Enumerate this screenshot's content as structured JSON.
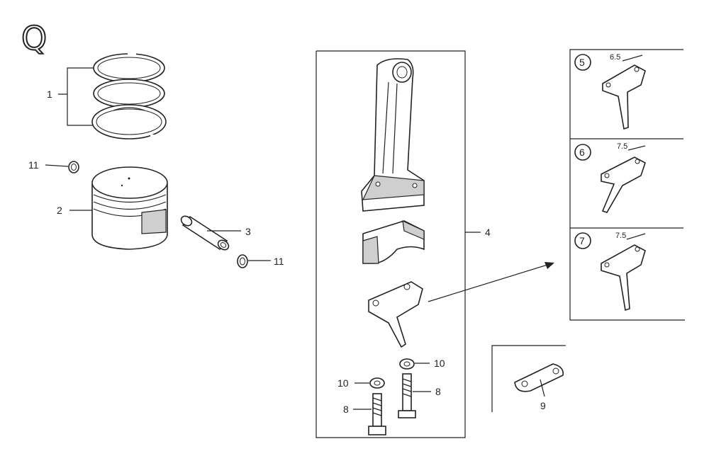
{
  "section_letter": "Q",
  "callouts": {
    "piston_rings": "1",
    "piston": "2",
    "piston_pin": "3",
    "connecting_rod": "4",
    "dipper_5": "5",
    "dipper_6": "6",
    "dipper_7": "7",
    "bolt_left": "8",
    "bolt_right": "8",
    "lock_plate": "9",
    "washer_left": "10",
    "washer_right": "10",
    "clip_left": "11",
    "clip_right": "11"
  },
  "dimensions": {
    "dipper_5": "6.5",
    "dipper_6": "7.5",
    "dipper_7": "7.5"
  }
}
